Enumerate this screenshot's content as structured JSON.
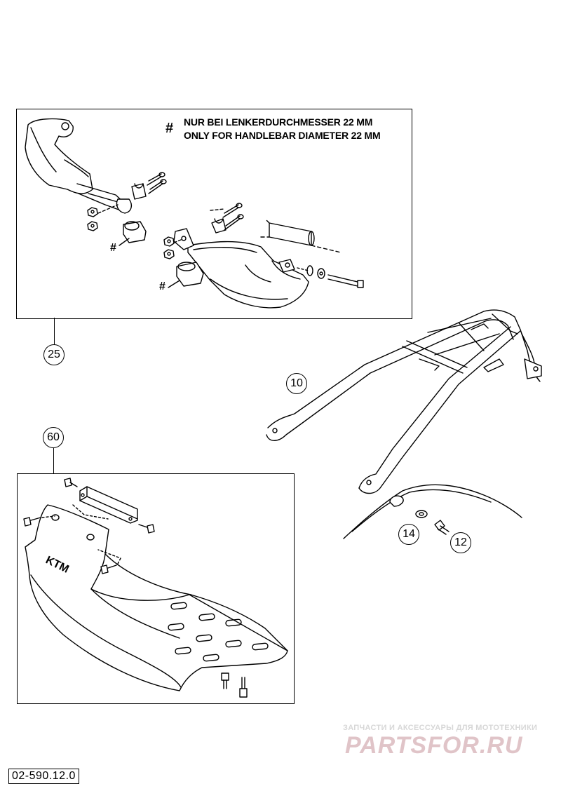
{
  "note": {
    "symbol": "#",
    "line_de": "NUR BEI LENKERDURCHMESSER 22 MM",
    "line_en": "ONLY FOR HANDLEBAR DIAMETER 22 MM"
  },
  "part_markers": {
    "hash": "#"
  },
  "callouts": {
    "handguards": "25",
    "luggage_rack": "10",
    "skid_plate": "60",
    "washer": "14",
    "bolt": "12"
  },
  "skid_plate_logo": "KTM",
  "watermark": {
    "tagline": "ЗАПЧАСТИ И АКСЕССУАРЫ ДЛЯ МОТОТЕХНИКИ",
    "logo": "PARTSFOR.RU"
  },
  "diagram_code": "02-590.12.0"
}
